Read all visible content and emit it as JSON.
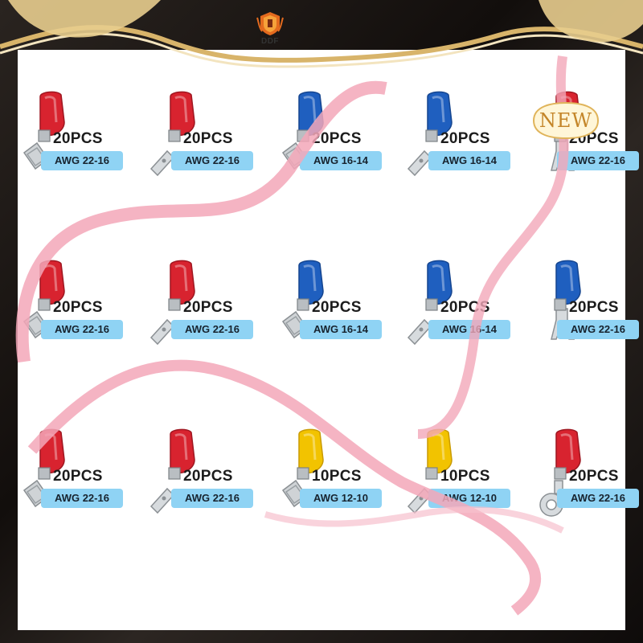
{
  "brand": {
    "logo_text": "DDF",
    "logo_icon": "shield-crest-icon"
  },
  "badge": {
    "text": "NEW"
  },
  "colors": {
    "red": "#d8232f",
    "blue": "#1f5fbf",
    "yellow": "#f2c300",
    "label_bg": "#8fd3f4",
    "ribbon": "#f3a7b9",
    "gold": "#d8b46a"
  },
  "grid": [
    [
      {
        "pcs": "20PCS",
        "awg": "AWG 22-16",
        "color": "red",
        "terminal": "female-spade-icon"
      },
      {
        "pcs": "20PCS",
        "awg": "AWG 22-16",
        "color": "red",
        "terminal": "male-spade-icon"
      },
      {
        "pcs": "20PCS",
        "awg": "AWG 16-14",
        "color": "blue",
        "terminal": "female-spade-icon"
      },
      {
        "pcs": "20PCS",
        "awg": "AWG 16-14",
        "color": "blue",
        "terminal": "male-spade-icon"
      },
      {
        "pcs": "20PCS",
        "awg": "AWG 22-16",
        "color": "red",
        "terminal": "fork-icon"
      }
    ],
    [
      {
        "pcs": "20PCS",
        "awg": "AWG 22-16",
        "color": "red",
        "terminal": "female-spade-icon"
      },
      {
        "pcs": "20PCS",
        "awg": "AWG 22-16",
        "color": "red",
        "terminal": "male-spade-icon"
      },
      {
        "pcs": "20PCS",
        "awg": "AWG 16-14",
        "color": "blue",
        "terminal": "female-spade-icon"
      },
      {
        "pcs": "20PCS",
        "awg": "AWG 16-14",
        "color": "blue",
        "terminal": "male-spade-icon"
      },
      {
        "pcs": "20PCS",
        "awg": "AWG 22-16",
        "color": "blue",
        "terminal": "fork-icon"
      }
    ],
    [
      {
        "pcs": "20PCS",
        "awg": "AWG 22-16",
        "color": "red",
        "terminal": "female-spade-icon"
      },
      {
        "pcs": "20PCS",
        "awg": "AWG 22-16",
        "color": "red",
        "terminal": "male-spade-icon"
      },
      {
        "pcs": "10PCS",
        "awg": "AWG 12-10",
        "color": "yellow",
        "terminal": "female-spade-icon"
      },
      {
        "pcs": "10PCS",
        "awg": "AWG 12-10",
        "color": "yellow",
        "terminal": "male-spade-icon"
      },
      {
        "pcs": "20PCS",
        "awg": "AWG 22-16",
        "color": "red",
        "terminal": "ring-icon"
      }
    ]
  ]
}
